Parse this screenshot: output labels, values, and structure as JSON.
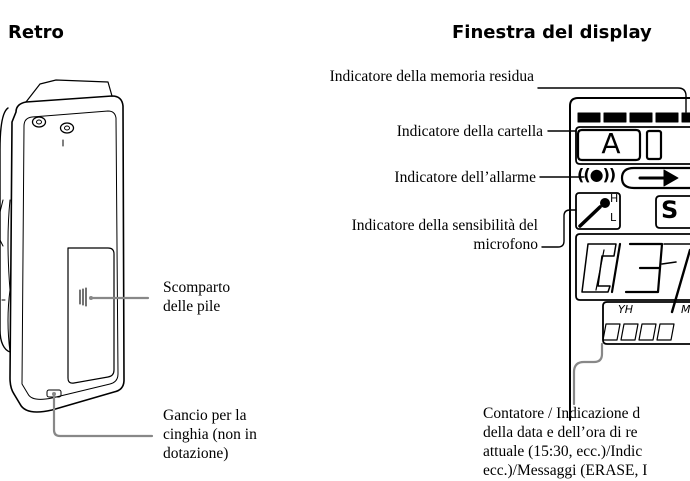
{
  "headings": {
    "left": "Retro",
    "right": "Finestra del display"
  },
  "device_labels": {
    "battery_1": "Scomparto",
    "battery_2": "delle pile",
    "clip_1": "Gancio per la",
    "clip_2": "cinghia (non in",
    "clip_3": "dotazione)"
  },
  "display_labels": {
    "memory": "Indicatore della memoria residua",
    "folder": "Indicatore della cartella",
    "alarm": "Indicatore dell’allarme",
    "mic_1": "Indicatore della sensibilità del",
    "mic_2": "microfono"
  },
  "display_glyphs": {
    "folder_letter": "A",
    "alarm_symbol": "((●))",
    "mic_h": "H",
    "mic_l": "L",
    "partial_s": "S",
    "big_digits": "03",
    "small_left": "YH",
    "small_right": "M"
  },
  "counter_text": {
    "line1": "Contatore / Indicazione d",
    "line2": "della data e dell’ora di re",
    "line3": "attuale (15:30, ecc.)/Indic",
    "line4": "ecc.)/Messaggi (ERASE, I"
  }
}
